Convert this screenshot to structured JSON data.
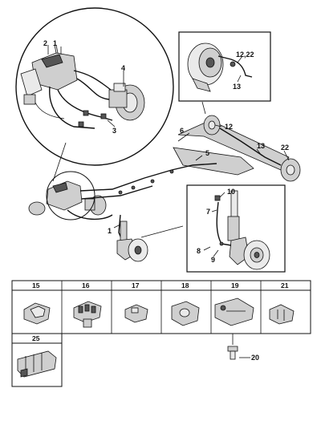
{
  "callouts": {
    "c1_top": "1",
    "c2": "2",
    "c4": "4",
    "c3": "3",
    "c12_22": "12,22",
    "c13_top": "13",
    "c6": "6",
    "c12": "12",
    "c5": "5",
    "c13": "13",
    "c22": "22",
    "c1_mid": "1",
    "c10": "10",
    "c7": "7",
    "c8": "8",
    "c9": "9",
    "c20": "20"
  },
  "parts_table": {
    "row1": [
      "15",
      "16",
      "17",
      "18",
      "19",
      "21"
    ],
    "row2": [
      "25"
    ]
  }
}
